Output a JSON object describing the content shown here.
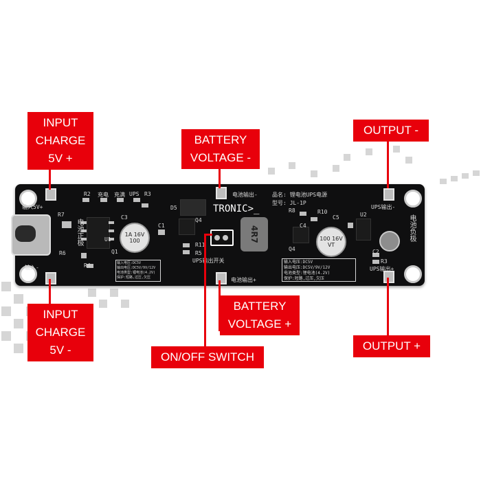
{
  "callouts": {
    "input_plus": "INPUT\nCHARGE\n5V +",
    "battery_minus": "BATTERY\nVOLTAGE -",
    "output_minus": "OUTPUT -",
    "input_minus": "INPUT\nCHARGE\n5V -",
    "battery_plus": "BATTERY\nVOLTAGE +",
    "onoff": "ON/OFF SWITCH",
    "output_plus": "OUTPUT +"
  },
  "board": {
    "brand": "TRONIC>_",
    "product_line1": "品名: 锂电池UPS电源",
    "product_line2": "型号: JL-1P",
    "battery_out_minus": "电池输出-",
    "battery_out_plus": "电池输出+",
    "ups_out_minus": "UPS输出-",
    "ups_out_plus": "UPS输出+",
    "input_5v": "输入5V+",
    "input_minus": "输入-",
    "battery_pos": "电池正极",
    "battery_neg": "电池负极",
    "ups_switch": "UPS输出开关",
    "spec_lines": [
      "输入电压:DC5V",
      "输出电压:DC5V/9V/12V",
      "电池类型:锂电池(4.2V)",
      "保护:短路,过压,欠压"
    ],
    "ref_labels": [
      "R2",
      "充电",
      "充满",
      "UPS",
      "R3",
      "R7",
      "C3",
      "C1",
      "Q1",
      "D5",
      "Q4",
      "R11",
      "R5",
      "R6",
      "R4",
      "U1",
      "C5",
      "U2",
      "C2",
      "R3",
      "C4",
      "Q4",
      "R8",
      "R10"
    ],
    "cap_left": "1A\n16V\n100",
    "cap_right": "100\n16V\nVT",
    "inductor": "4R7"
  },
  "colors": {
    "callout": "#e8000b",
    "board": "#0f0f10",
    "silkscreen": "#d8d8d8"
  }
}
